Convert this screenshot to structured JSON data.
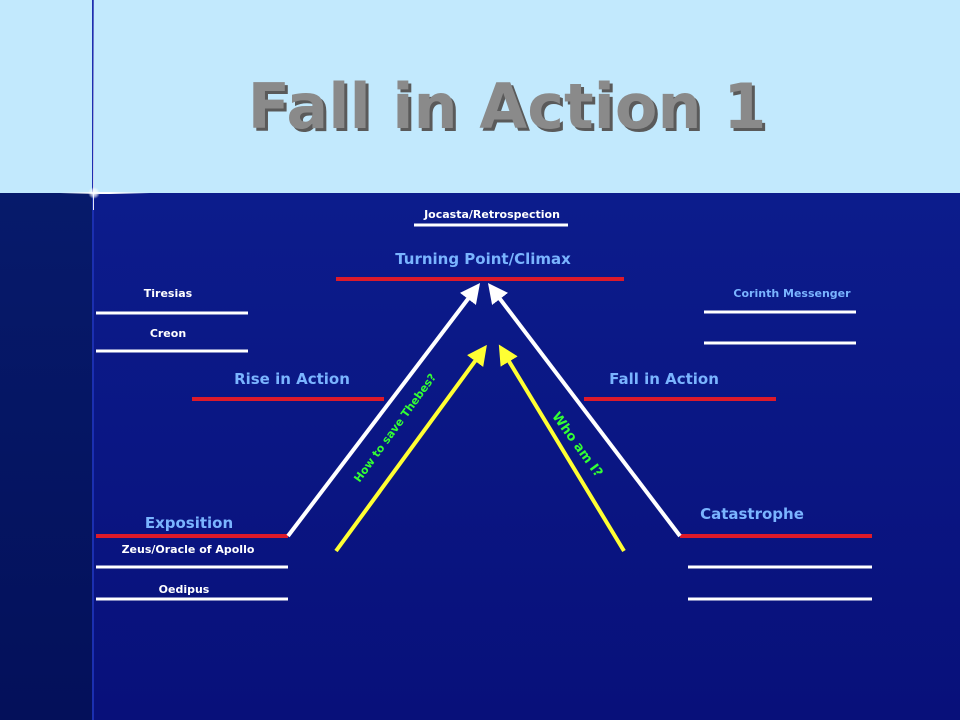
{
  "title": "Fall in Action 1",
  "labels": {
    "jocasta": "Jocasta/Retrospection",
    "climax": "Turning Point/Climax",
    "tiresias": "Tiresias",
    "creon": "Creon",
    "corinth": "Corinth Messenger",
    "rise": "Rise in Action",
    "fall": "Fall in Action",
    "exposition": "Exposition",
    "zeus": "Zeus/Oracle of Apollo",
    "oedipus": "Oedipus",
    "catastrophe": "Catastrophe",
    "question_left": "How to save Thebes?",
    "question_right": "Who am I?"
  },
  "colors": {
    "header_bg": "#c2e9fd",
    "body_bg": "#0c1c8c",
    "accent_red": "#dd1a2a",
    "line_white": "#ffffff",
    "arrow_yellow": "#ffff33",
    "label_blue": "#7ab4ff",
    "label_green": "#33ff33"
  }
}
